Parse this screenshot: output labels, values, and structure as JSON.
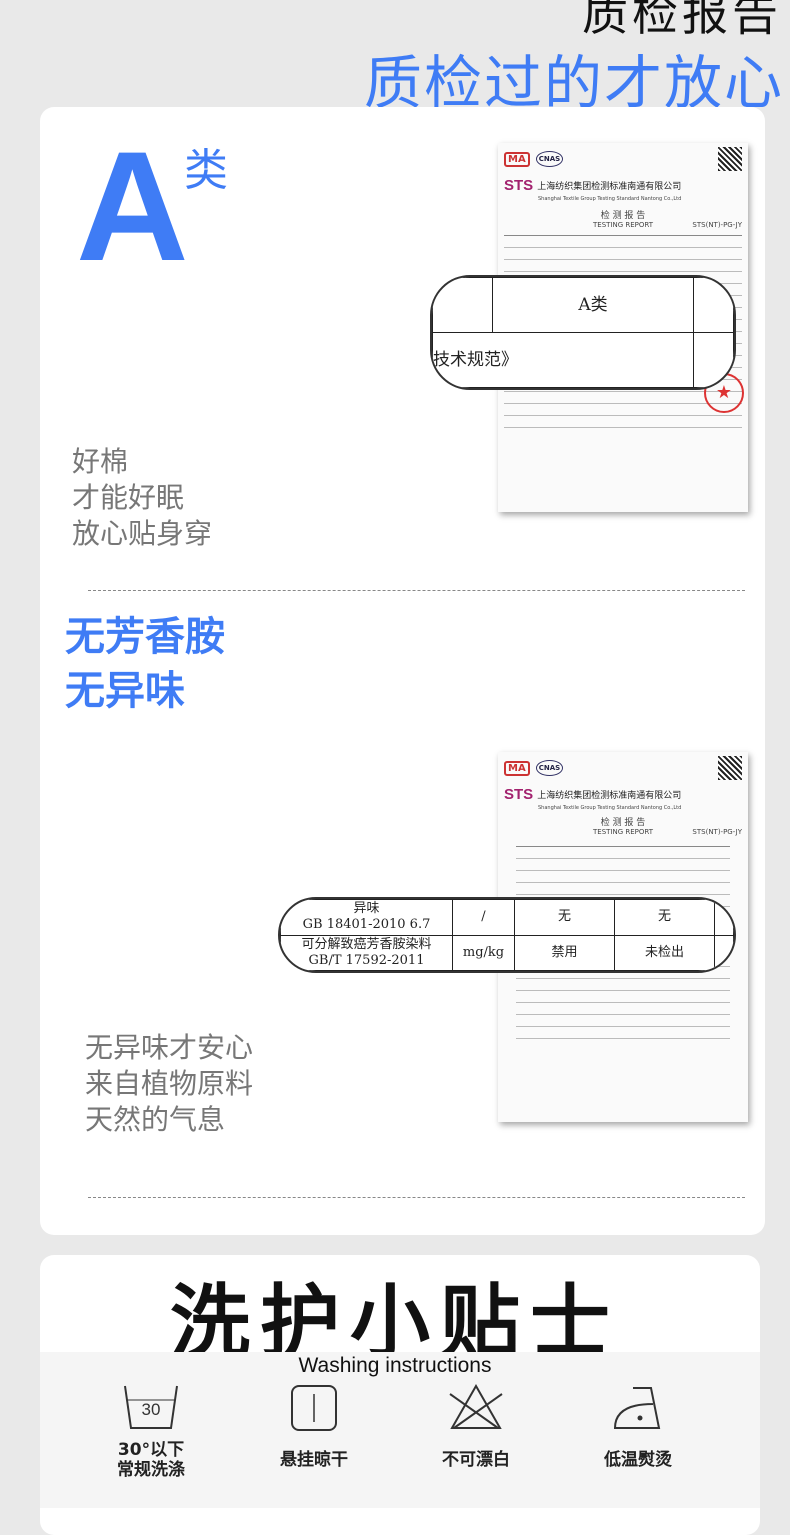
{
  "header": {
    "title": "质检报告",
    "subtitle": "质检过的才放心"
  },
  "section_a": {
    "grade_letter": "A",
    "grade_suffix": "类",
    "lines": [
      "好棉",
      "才能好眠",
      "放心贴身穿"
    ],
    "certificate": {
      "org_cn": "上海纺织集团检测标准南通有限公司",
      "org_en": "Shanghai Textile Group Testing Standard Nantong Co.,Ltd",
      "title_cn": "检 测 报 告",
      "title_en": "TESTING REPORT",
      "code": "STS(NT)-PG-JY",
      "logo_ma": "MA",
      "logo_cnas": "CNAS"
    },
    "callout": {
      "row1": "A类",
      "row2": "技术规范》"
    }
  },
  "section_b": {
    "headline": [
      "无芳香胺",
      "无异味"
    ],
    "lines": [
      "无异味才安心",
      "来自植物原料",
      "天然的气息"
    ],
    "certificate": {
      "org_cn": "上海纺织集团检测标准南通有限公司",
      "org_en": "Shanghai Textile Group Testing Standard Nantong Co.,Ltd",
      "title_cn": "检 测 报 告",
      "title_en": "TESTING REPORT",
      "code": "STS(NT)-PG-JY"
    },
    "callout_rows": [
      {
        "item": "异味",
        "standard": "GB 18401-2010 6.7",
        "unit": "/",
        "requirement": "无",
        "result": "无"
      },
      {
        "item": "可分解致癌芳香胺染料",
        "standard": "GB/T 17592-2011",
        "unit": "mg/kg",
        "requirement": "禁用",
        "result": "未检出"
      }
    ]
  },
  "care": {
    "title": "洗护小贴士",
    "subtitle": "Washing instructions",
    "items": [
      {
        "icon": "wash-30-icon",
        "icon_text": "30",
        "label_line1": "30°以下",
        "label_line2": "常规洗涤"
      },
      {
        "icon": "hang-dry-icon",
        "label_line1": "悬挂晾干"
      },
      {
        "icon": "no-bleach-icon",
        "label_line1": "不可漂白"
      },
      {
        "icon": "low-iron-icon",
        "label_line1": "低温熨烫"
      }
    ]
  }
}
